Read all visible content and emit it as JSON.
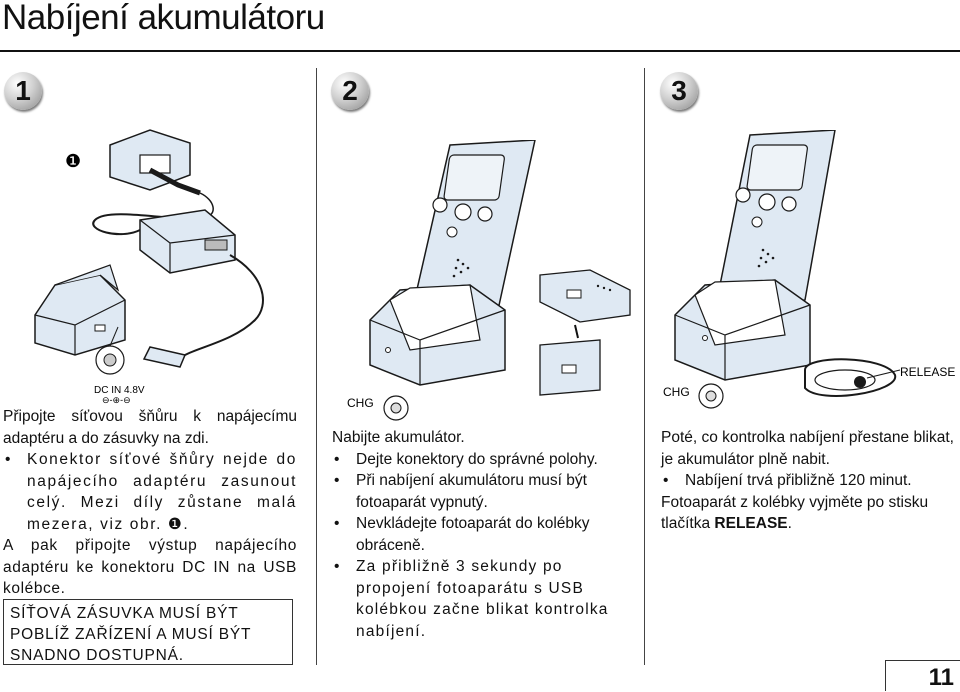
{
  "page": {
    "title": "Nabíjení akumulátoru",
    "page_number": "11"
  },
  "steps": [
    {
      "num": "1"
    },
    {
      "num": "2"
    },
    {
      "num": "3"
    }
  ],
  "illustrations": {
    "marker": "❶",
    "dc_label": "DC IN 4.8V",
    "dc_symbol": "⊖-⊕-⊖",
    "chg_label": "CHG",
    "release_label": "RELEASE"
  },
  "col1": {
    "intro": "Připojte síťovou šňůru k napájecímu adaptéru a do zásuvky na zdi.",
    "bullet_mark": "•",
    "bullet": "Konektor síťové šňůry nejde do napájecího adaptéru zasunout celý. Mezi díly zůstane malá mezera, viz obr. ❶.",
    "follow": "A pak připojte výstup napájecího adaptéru ke konektoru DC IN na USB kolébce.",
    "warning": "SÍŤOVÁ ZÁSUVKA MUSÍ BÝT POBLÍŽ ZAŘÍZENÍ A MUSÍ BÝT SNADNO DOSTUPNÁ."
  },
  "col2": {
    "intro": "Nabijte akumulátor.",
    "bullet_mark": "•",
    "bullets": [
      "Dejte konektory do správné polohy.",
      "Při nabíjení akumulátoru musí být fotoaparát vypnutý.",
      "Nevkládejte fotoaparát do kolébky obráceně.",
      "Za přibližně 3 sekundy po propojení fotoaparátu s USB kolébkou začne blikat kontrolka nabíjení."
    ]
  },
  "col3": {
    "intro": "Poté, co kontrolka nabíjení přestane blikat, je akumulátor plně nabit.",
    "bullet_mark": "•",
    "bullet": "Nabíjení trvá přibližně 120 minut.",
    "follow_pre": "Fotoaparát z kolébky vyjměte po stisku tlačítka",
    "follow_bold": "RELEASE",
    "follow_post": "."
  },
  "colors": {
    "device_fill": "#dfe9f3",
    "line": "#1a1a1a",
    "arrow": "#111111"
  }
}
